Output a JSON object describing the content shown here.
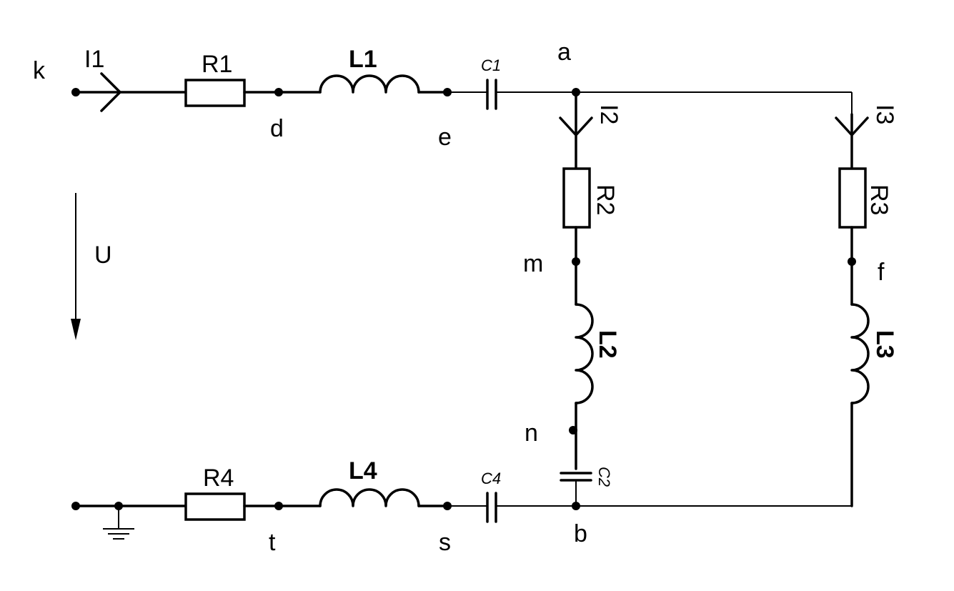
{
  "colors": {
    "line": "#000000",
    "background": "#ffffff"
  },
  "labels": {
    "k": "k",
    "I1": "I1",
    "R1": "R1",
    "d": "d",
    "L1": "L1",
    "e": "e",
    "C1": "C1",
    "a": "a",
    "I2": "I2",
    "I3": "I3",
    "R2": "R2",
    "R3": "R3",
    "m": "m",
    "f": "f",
    "L2": "L2",
    "L3": "L3",
    "n": "n",
    "C2": "C2",
    "U": "U",
    "R4": "R4",
    "t": "t",
    "L4": "L4",
    "s": "s",
    "C4": "C4",
    "b": "b"
  }
}
